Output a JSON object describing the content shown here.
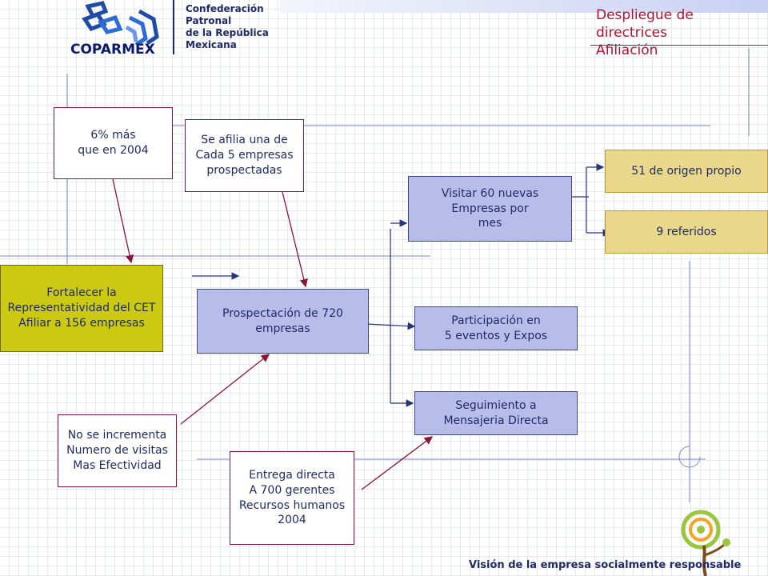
{
  "header": {
    "brand": "COPARMEX",
    "org_lines": [
      "Confederación",
      "Patronal",
      "de la República",
      "Mexicana"
    ],
    "title_line1": "Despliegue de directrices",
    "title_line2": "Afiliación"
  },
  "nodes": {
    "main_goal": "Fortalecer la\nRepresentatividad del CET\nAfiliar a 156 empresas",
    "prospecting": "Prospectación de 720\nempresas",
    "visit": "Visitar 60 nuevas\nEmpresas por\nmes",
    "events": "Participación en\n5 eventos y Expos",
    "follow_up": "Seguimiento a\nMensajeria Directa",
    "own_origin": "51 de origen propio",
    "referrals": "9 referidos"
  },
  "notes": {
    "growth": "6% más\nque en 2004",
    "ratio": "Se afilia una de\nCada 5 empresas\nprospectadas",
    "visits": "No se incrementa\nNumero de visitas\nMas Efectividad",
    "delivery": "Entrega directa\nA 700 gerentes\nRecursos humanos\n2004"
  },
  "footer": {
    "tagline": "Visión de la empresa socialmente responsable"
  },
  "colors": {
    "accent_red": "#b4112f",
    "box_blue": "#b7bde8",
    "box_yellow": "#ead88a",
    "box_olive": "#cbc912",
    "text_navy": "#1f2a6b"
  }
}
